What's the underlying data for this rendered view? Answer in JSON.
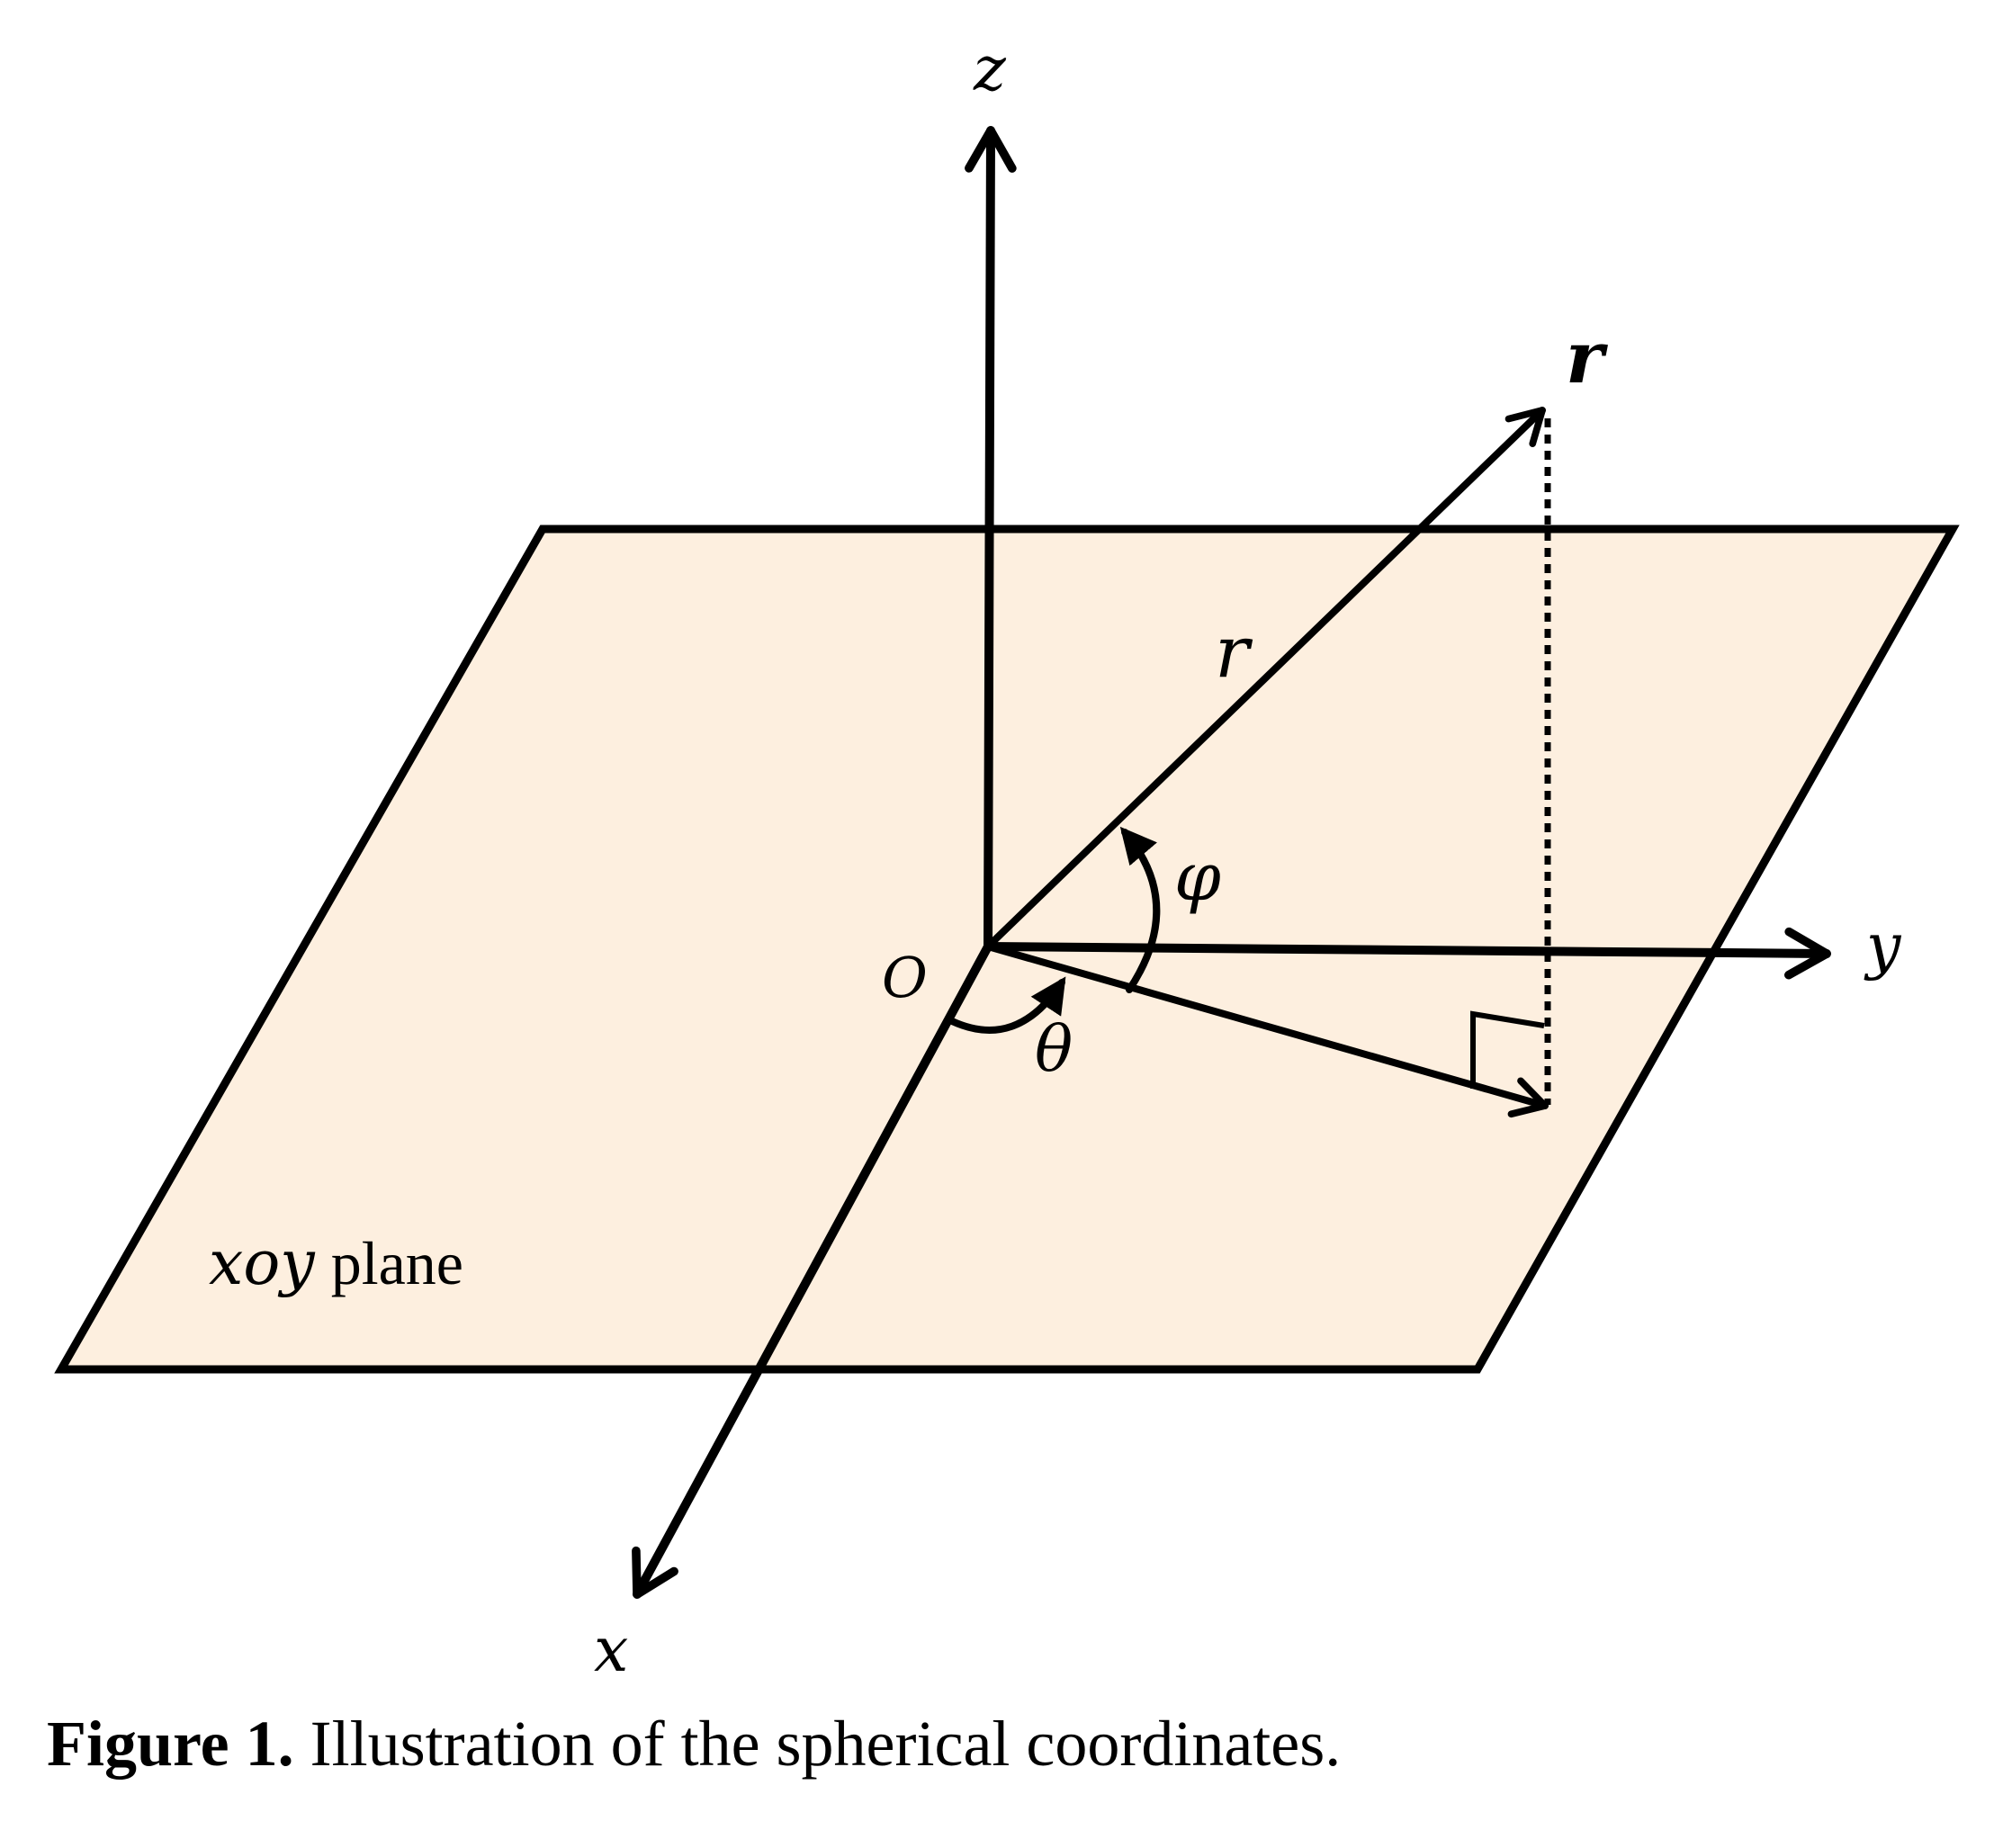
{
  "labels": {
    "z_axis": "z",
    "y_axis": "y",
    "x_axis": "x",
    "origin": "O",
    "vector_tip": "r",
    "radius": "r",
    "phi": "φ",
    "theta": "θ",
    "plane_italic": "xoy",
    "plane_word": "plane"
  },
  "caption": {
    "label": "Figure 1.",
    "text": "Illustration of the spherical coordinates."
  },
  "colors": {
    "plane_fill": "#fdefdf",
    "stroke": "#000000"
  }
}
